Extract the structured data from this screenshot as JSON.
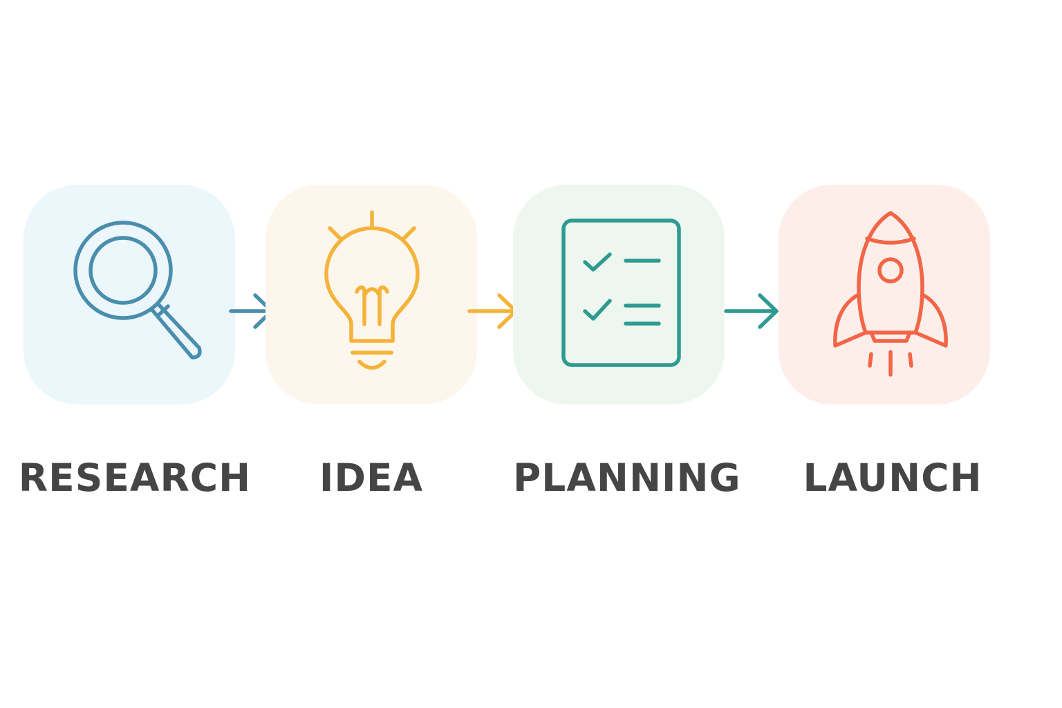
{
  "colors": {
    "text": "#454545",
    "research": "#4a8ead",
    "research_bg": "#ebf7fb",
    "idea": "#f5b33a",
    "idea_bg": "#fdf6ec",
    "planning": "#2f9a92",
    "planning_bg": "#eef7ef",
    "launch": "#f26546",
    "launch_bg": "#fdeeea"
  },
  "steps": [
    {
      "label": "RESEARCH",
      "icon": "magnifying-glass-icon"
    },
    {
      "label": "IDEA",
      "icon": "lightbulb-icon"
    },
    {
      "label": "PLANNING",
      "icon": "checklist-icon"
    },
    {
      "label": "LAUNCH",
      "icon": "rocket-icon"
    }
  ]
}
